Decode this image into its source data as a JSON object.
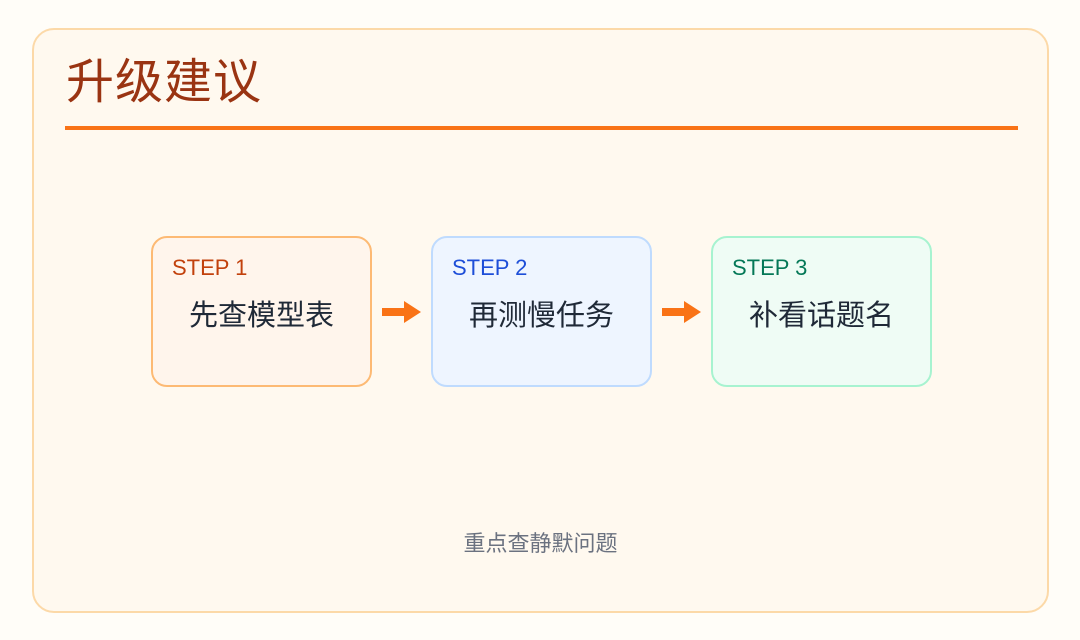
{
  "title": "升级建议",
  "colors": {
    "title": "#9a3412",
    "accent": "#f97316",
    "card_bg": "#fff9ef",
    "card_border": "#fcd9a8",
    "caption": "#6b7280",
    "arrow": "#f97316"
  },
  "steps": [
    {
      "label": "STEP 1",
      "text": "先查模型表",
      "label_color": "#c2410c",
      "bg": "#fff5ec",
      "border": "#fdba74"
    },
    {
      "label": "STEP 2",
      "text": "再测慢任务",
      "label_color": "#1d4ed8",
      "bg": "#eef5ff",
      "border": "#bfdbfe"
    },
    {
      "label": "STEP 3",
      "text": "补看话题名",
      "label_color": "#047857",
      "bg": "#effcf5",
      "border": "#a7f3d0"
    }
  ],
  "arrows": [
    {
      "icon": "arrow-right-icon"
    },
    {
      "icon": "arrow-right-icon"
    }
  ],
  "caption": "重点查静默问题"
}
